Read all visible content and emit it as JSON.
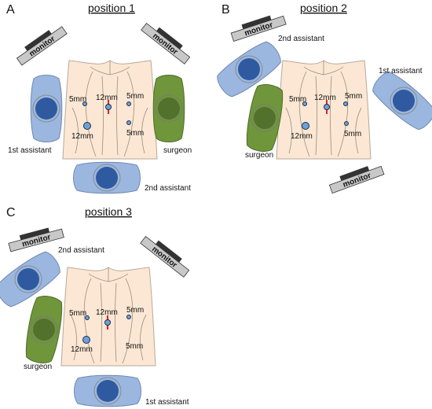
{
  "colors": {
    "skin": "#fbe7d3",
    "skin_stroke": "#b8a99a",
    "assistant_fill": "#9bb7df",
    "assistant_stroke": "#6f88b3",
    "head_fill": "#2f5aa0",
    "surgeon_fill": "#6f963b",
    "surgeon_head": "#4d6b2a",
    "monitor_body": "#c8c8c8",
    "monitor_base": "#333333",
    "port_fill": "#6fa1d8",
    "incision": "#e0202a"
  },
  "icons": {
    "monitor": "monitor-icon",
    "person": "person-top-view-icon",
    "port": "trocar-port-icon"
  },
  "panels": [
    {
      "letter": "A",
      "title": "position 1",
      "monitors": [
        "monitor",
        "monitor"
      ],
      "roles": {
        "first": "1st assistant",
        "second": "2nd assistant",
        "surgeon": "surgeon"
      },
      "ports": {
        "umbilical": "12mm",
        "left_upper": "5mm",
        "right_upper": "5mm",
        "left_lower": "12mm",
        "right_lower": "5mm"
      }
    },
    {
      "letter": "B",
      "title": "position 2",
      "monitors": [
        "monitor",
        "monitor"
      ],
      "roles": {
        "first": "1st assistant",
        "second": "2nd assistant",
        "surgeon": "surgeon"
      },
      "ports": {
        "umbilical": "12mm",
        "left_upper": "5mm",
        "right_upper": "5mm",
        "left_lower": "12mm",
        "right_lower": "5mm"
      }
    },
    {
      "letter": "C",
      "title": "position 3",
      "monitors": [
        "monitor",
        "monitor"
      ],
      "roles": {
        "first": "1st assistant",
        "second": "2nd assistant",
        "surgeon": "surgeon"
      },
      "ports": {
        "umbilical": "12mm",
        "left_upper": "5mm",
        "right_upper": "5mm",
        "left_lower": "12mm",
        "right_lower": "5mm"
      }
    }
  ]
}
